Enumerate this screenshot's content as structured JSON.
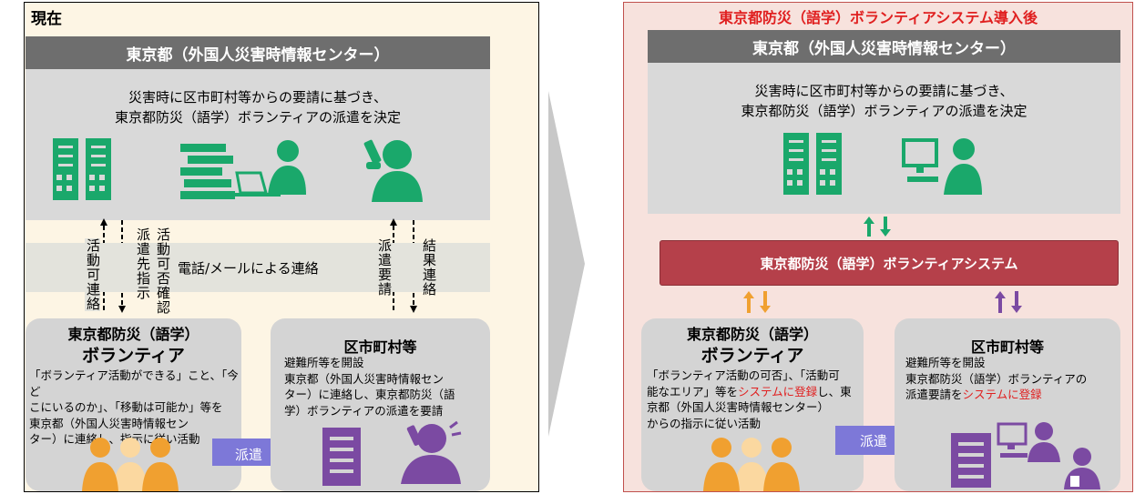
{
  "left": {
    "title": "現在",
    "hq_header": "東京都（外国人災害時情報センター）",
    "hq_desc_line1": "災害時に区市町村等からの要請に基づき、",
    "hq_desc_line2": "東京都防災（語学）ボランティアの派遣を決定",
    "label_activity_contact": "活動可連絡",
    "label_dispatch_instruction": "派遣先指示",
    "label_activity_check": "活動可否確認",
    "label_dispatch_request": "派遣要請",
    "label_result_contact": "結果連絡",
    "contact_band": "電話/メールによる連絡",
    "volunteer_title_line1": "東京都防災（語学）",
    "volunteer_title_line2": "ボランティア",
    "volunteer_desc": [
      "「ボランティア活動ができる」こと、「今ど",
      "こにいるのか」、「移動は可能か」等を",
      "東京都（外国人災害時情報セン",
      "ター）に連絡し、指示に従い活動"
    ],
    "municipal_title": "区市町村等",
    "municipal_desc": [
      "避難所等を開設",
      "東京都（外国人災害時情報セン",
      "ター）に連絡し、東京都防災（語",
      "学）ボランティアの派遣を要請"
    ],
    "dispatch_label": "派遣"
  },
  "right": {
    "title": "東京都防災（語学）ボランティアシステム導入後",
    "hq_header": "東京都（外国人災害時情報センター）",
    "hq_desc_line1": "災害時に区市町村等からの要請に基づき、",
    "hq_desc_line2": "東京都防災（語学）ボランティアの派遣を決定",
    "system_label": "東京都防災（語学）ボランティアシステム",
    "volunteer_title_line1": "東京都防災（語学）",
    "volunteer_title_line2": "ボランティア",
    "volunteer_desc_l1a": "「ボランティア活動の可否」、「活動可",
    "volunteer_desc_l2a": "能なエリア」等を",
    "volunteer_desc_l2b": "システムに登録",
    "volunteer_desc_l2c": "し、東",
    "volunteer_desc_l3": "京都（外国人災害時情報センター）",
    "volunteer_desc_l4": "からの指示に従い活動",
    "municipal_title": "区市町村等",
    "municipal_desc_l1": "避難所等を開設",
    "municipal_desc_l2": "東京都防災（語学）ボランティアの",
    "municipal_desc_l3a": "派遣要請を",
    "municipal_desc_l3b": "システムに登録",
    "dispatch_label": "派遣"
  },
  "colors": {
    "green": "#1aa86b",
    "orange": "#f0a030",
    "purple": "#7b4aa2",
    "dispatch_arrow": "#7d78d8",
    "system_bar": "#b5404a",
    "header_gray": "#6e6e6e",
    "right_title_red": "#e02020"
  },
  "icons": {
    "building": "building-icon",
    "documents_worker": "document-worker-icon",
    "phone_person": "phone-person-icon",
    "computer_worker": "computer-worker-icon",
    "volunteers": "volunteers-group-icon",
    "municipal_building": "municipal-building-icon"
  }
}
